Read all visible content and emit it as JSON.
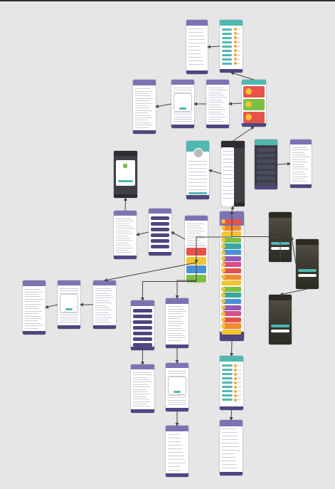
{
  "palette": {
    "background": "#e6e6e6",
    "purple": "#7b74b4",
    "purple_dark": "#4d467f",
    "teal": "#4fb8b2",
    "dark_screen": "#3f3f46",
    "photo": "#4a4a3e",
    "arrow": "#444444"
  },
  "flow_node_colors": [
    "#e6534b",
    "#f28a2e",
    "#f4c430",
    "#7bc043",
    "#3aa6a0",
    "#4a90d9",
    "#8e5ab5",
    "#d94f8b"
  ],
  "screens": [
    {
      "id": "s_top_list_purple",
      "theme": "purple",
      "content": "list"
    },
    {
      "id": "s_top_list_teal",
      "theme": "teal",
      "content": "checklist"
    },
    {
      "id": "s_form_a",
      "theme": "purple",
      "content": "text"
    },
    {
      "id": "s_form_b",
      "theme": "purple",
      "content": "dialog"
    },
    {
      "id": "s_form_c",
      "theme": "purple",
      "content": "text"
    },
    {
      "id": "s_emoji_cards",
      "theme": "teal",
      "content": "emoji"
    },
    {
      "id": "s_dark_modal",
      "theme": "dark",
      "content": "modal"
    },
    {
      "id": "s_profile",
      "theme": "teal",
      "content": "profile"
    },
    {
      "id": "s_menu_dark",
      "theme": "dark",
      "content": "menu"
    },
    {
      "id": "s_buttons_teal",
      "theme": "teal",
      "content": "buttons"
    },
    {
      "id": "s_right_text",
      "theme": "purple",
      "content": "text"
    },
    {
      "id": "s_left_mid_a",
      "theme": "purple",
      "content": "text"
    },
    {
      "id": "s_left_mid_buttons",
      "theme": "purple",
      "content": "buttons"
    },
    {
      "id": "s_center_form",
      "theme": "purple",
      "content": "text"
    },
    {
      "id": "s_hub",
      "theme": "purple",
      "content": "hub"
    },
    {
      "id": "s_photo_a",
      "theme": "photo",
      "content": "photo"
    },
    {
      "id": "s_photo_b",
      "theme": "photo",
      "content": "photo"
    },
    {
      "id": "s_photo_c",
      "theme": "photo",
      "content": "photo"
    },
    {
      "id": "s_far_left_a",
      "theme": "purple",
      "content": "text"
    },
    {
      "id": "s_far_left_b",
      "theme": "purple",
      "content": "dialog"
    },
    {
      "id": "s_far_left_c",
      "theme": "purple",
      "content": "text"
    },
    {
      "id": "s_bottom_buttons",
      "theme": "purple",
      "content": "buttons"
    },
    {
      "id": "s_bottom_text_a",
      "theme": "purple",
      "content": "text"
    },
    {
      "id": "s_bottom_text_b",
      "theme": "purple",
      "content": "text"
    },
    {
      "id": "s_bottom_dialog",
      "theme": "purple",
      "content": "dialog"
    },
    {
      "id": "s_bottom_list",
      "theme": "purple",
      "content": "list"
    },
    {
      "id": "s_bottom_checklist",
      "theme": "teal",
      "content": "checklist"
    },
    {
      "id": "s_bottom_final",
      "theme": "purple",
      "content": "list"
    }
  ],
  "connectors": [
    [
      "s_top_list_teal",
      "s_top_list_purple"
    ],
    [
      "s_emoji_cards",
      "s_top_list_teal"
    ],
    [
      "s_emoji_cards",
      "s_form_c"
    ],
    [
      "s_form_c",
      "s_form_b"
    ],
    [
      "s_form_b",
      "s_form_a"
    ],
    [
      "s_menu_dark",
      "s_emoji_cards"
    ],
    [
      "s_menu_dark",
      "s_profile"
    ],
    [
      "s_buttons_teal",
      "s_right_text"
    ],
    [
      "s_hub",
      "s_menu_dark"
    ],
    [
      "s_left_mid_a",
      "s_dark_modal"
    ],
    [
      "s_left_mid_buttons",
      "s_left_mid_a"
    ],
    [
      "s_center_form",
      "s_left_mid_buttons"
    ],
    [
      "s_hub",
      "s_center_form"
    ],
    [
      "s_photo_b",
      "s_photo_a"
    ],
    [
      "s_photo_b",
      "s_photo_c"
    ],
    [
      "s_photo_a",
      "s_hub"
    ],
    [
      "s_far_left_c",
      "s_far_left_b"
    ],
    [
      "s_far_left_b",
      "s_far_left_a"
    ],
    [
      "s_center_form",
      "s_far_left_c"
    ],
    [
      "s_center_form",
      "s_bottom_buttons"
    ],
    [
      "s_center_form",
      "s_bottom_text_a"
    ],
    [
      "s_bottom_buttons",
      "s_bottom_text_b"
    ],
    [
      "s_bottom_text_a",
      "s_bottom_dialog"
    ],
    [
      "s_bottom_dialog",
      "s_bottom_list"
    ],
    [
      "s_hub",
      "s_bottom_checklist"
    ],
    [
      "s_bottom_checklist",
      "s_bottom_final"
    ]
  ]
}
